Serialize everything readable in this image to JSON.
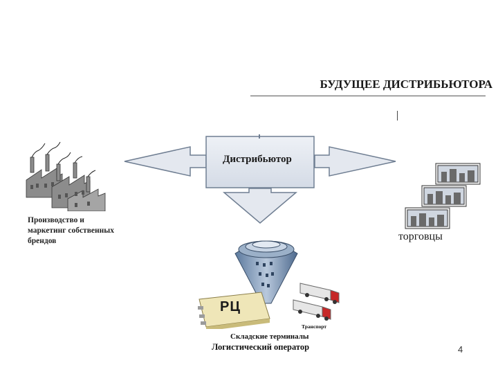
{
  "title": "БУДУЩЕЕ ДИСТРИБЬЮТОРА",
  "tick_mark": "|",
  "distributor": {
    "label": "Дистрибьютор"
  },
  "producers": {
    "caption_line1": "Производство и",
    "caption_line2": "маркетинг собственных",
    "caption_line3": "брендов"
  },
  "traders": {
    "label": "торговцы"
  },
  "warehouse": {
    "label": "РЦ"
  },
  "logistics": {
    "transport_label": "Транспорт",
    "terminals_label": "Складские терминалы",
    "operator_label": "Логистический оператор"
  },
  "page_number": "4",
  "colors": {
    "box_fill": "#dde3ec",
    "box_stroke": "#7d8ca0",
    "accent_blue": "#4a6fa0"
  }
}
